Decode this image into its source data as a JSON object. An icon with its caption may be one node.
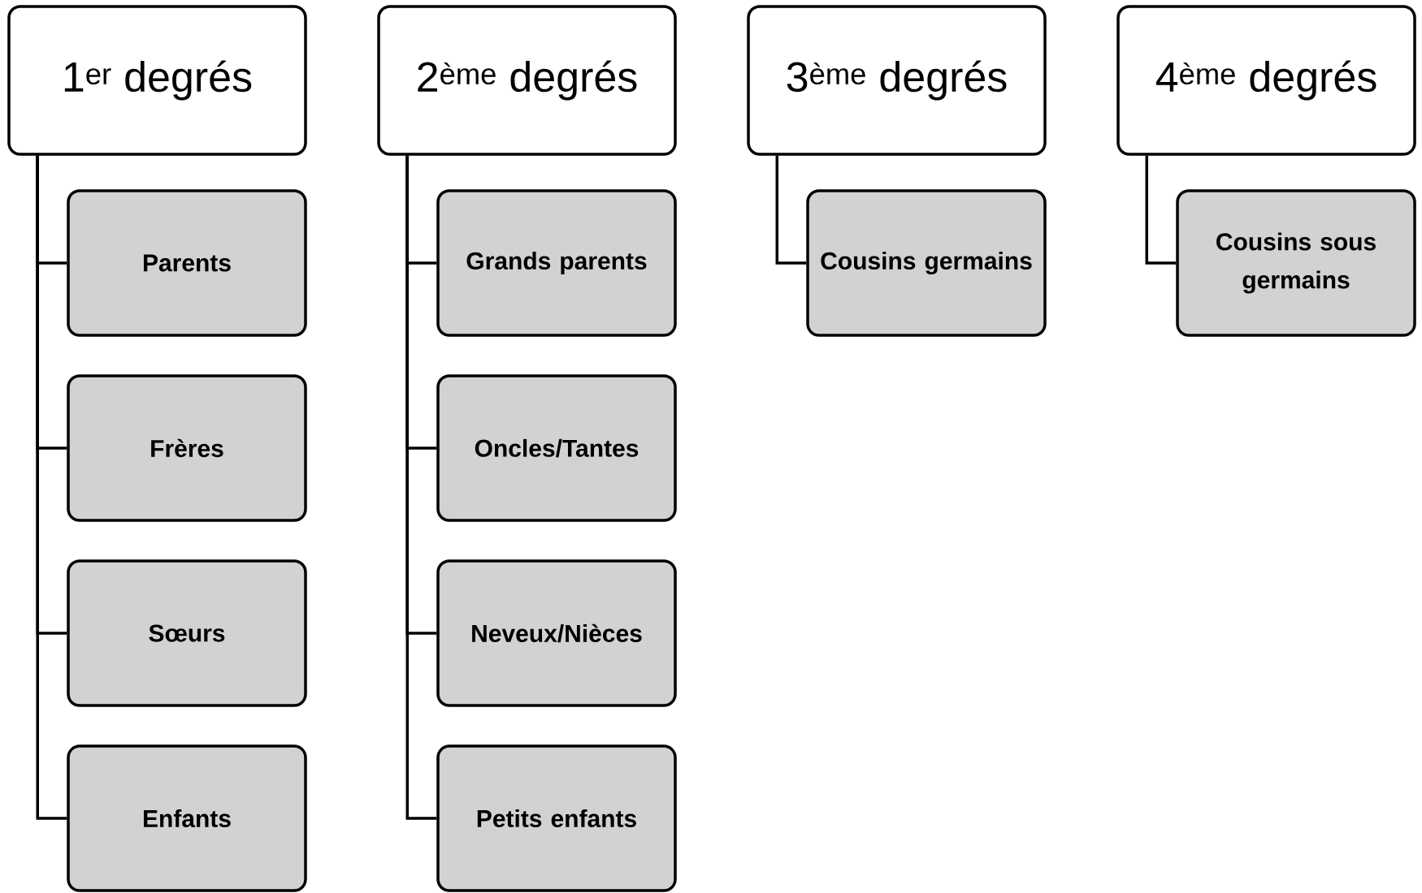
{
  "diagram": {
    "nodes": [
      {
        "text": [
          "1$^{er}$ degrés"
        ]
      },
      {
        "text": [
          "Parents"
        ]
      },
      {
        "text": [
          "Frères"
        ]
      },
      {
        "text": [
          "Sœurs"
        ]
      },
      {
        "text": [
          "Enfants"
        ]
      },
      {
        "text": [
          "2$^{ème}$ degrés"
        ]
      },
      {
        "text": [
          "Grands parents"
        ]
      },
      {
        "text": [
          "Oncles/Tantes"
        ]
      },
      {
        "text": [
          "Neveux/Nièces"
        ]
      },
      {
        "text": [
          "Petits enfants"
        ]
      },
      {
        "text": [
          "3$^{ème}$ degrés"
        ]
      },
      {
        "text": [
          "Cousins germains"
        ]
      },
      {
        "text": [
          "4$^{ème}$ degrés"
        ]
      },
      {
        "text": [
          "Cousins sous germains"
        ]
      }
    ],
    "edges": [
      {
        "from": 0,
        "to": 1,
        "arrow": "none"
      },
      {
        "from": 0,
        "to": 2,
        "arrow": "none"
      },
      {
        "from": 0,
        "to": 3,
        "arrow": "none"
      },
      {
        "from": 0,
        "to": 4,
        "arrow": "none"
      },
      {
        "from": 5,
        "to": 6,
        "arrow": "none"
      },
      {
        "from": 5,
        "to": 7,
        "arrow": "none"
      },
      {
        "from": 5,
        "to": 8,
        "arrow": "none"
      },
      {
        "from": 5,
        "to": 9,
        "arrow": "none"
      },
      {
        "from": 10,
        "to": 11,
        "arrow": "none"
      },
      {
        "from": 12,
        "to": 13,
        "arrow": "none"
      }
    ]
  }
}
